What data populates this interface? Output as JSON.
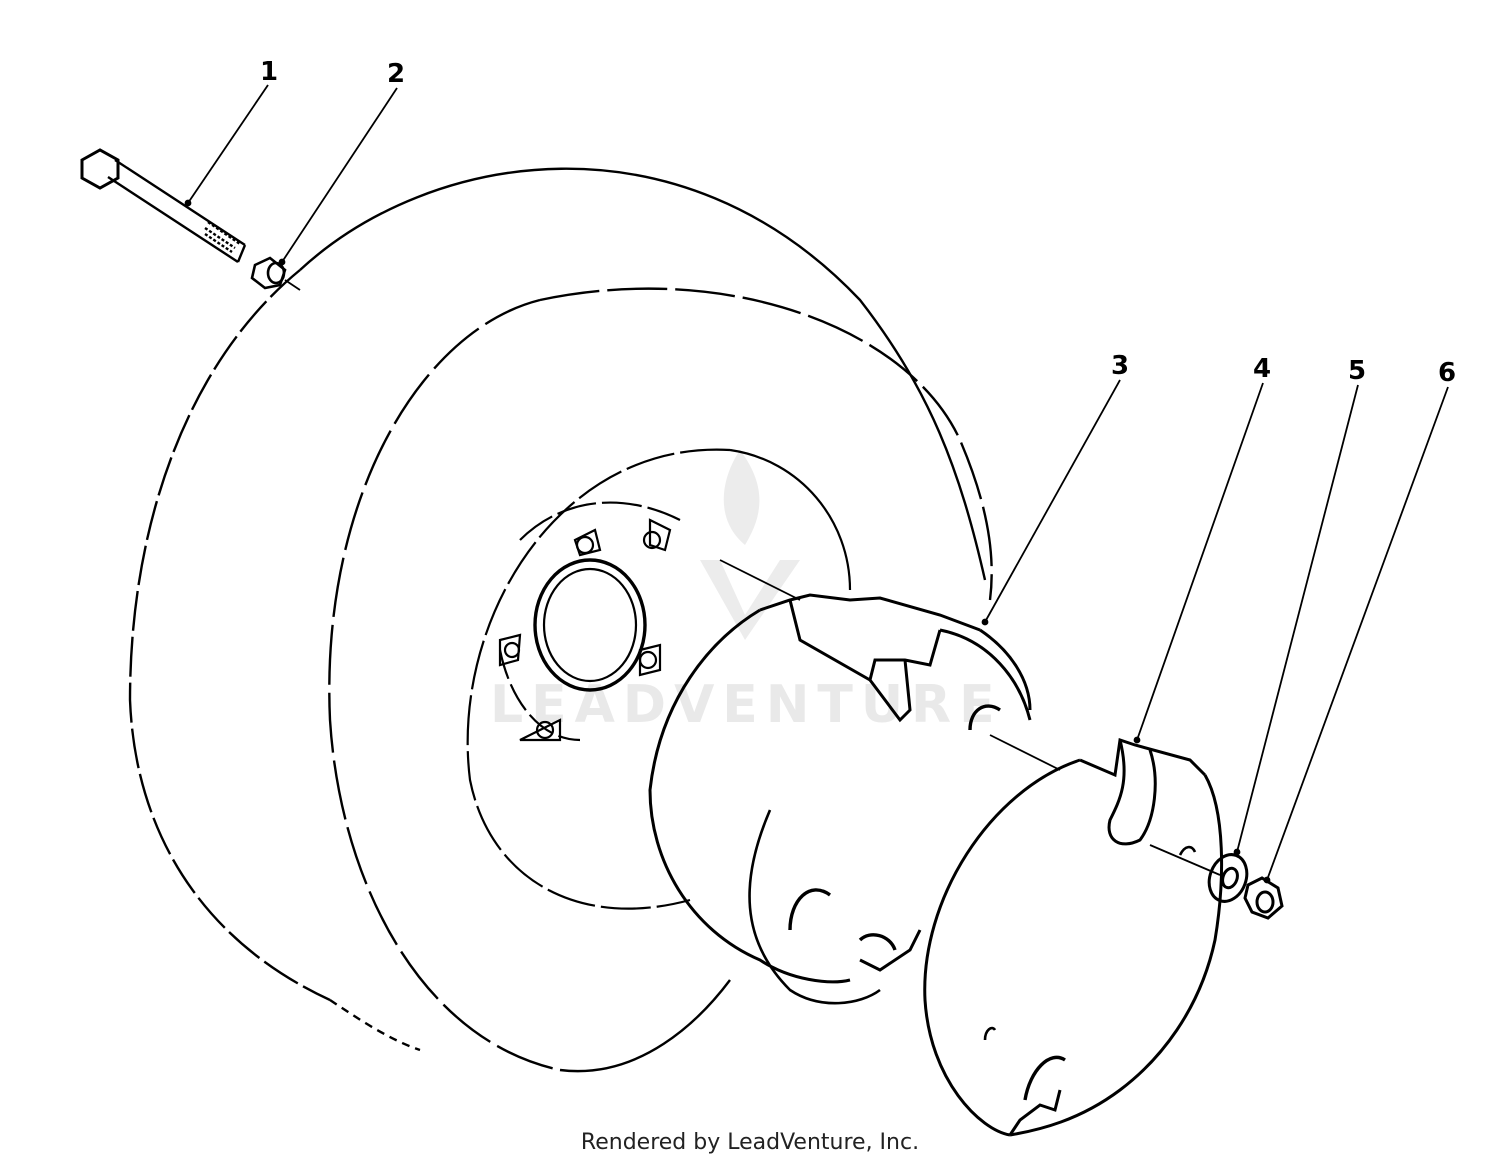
{
  "diagram": {
    "callouts": [
      {
        "num": "1",
        "part": "bolt"
      },
      {
        "num": "2",
        "part": "spacer"
      },
      {
        "num": "3",
        "part": "wheel-weight"
      },
      {
        "num": "4",
        "part": "wheel-weight-plate"
      },
      {
        "num": "5",
        "part": "washer"
      },
      {
        "num": "6",
        "part": "nut"
      }
    ],
    "watermark": "LEADVENTURE"
  },
  "footer": {
    "text": "Rendered by LeadVenture, Inc."
  },
  "colors": {
    "line": "#000000",
    "watermark": "#e9e9e9",
    "background": "#ffffff"
  }
}
